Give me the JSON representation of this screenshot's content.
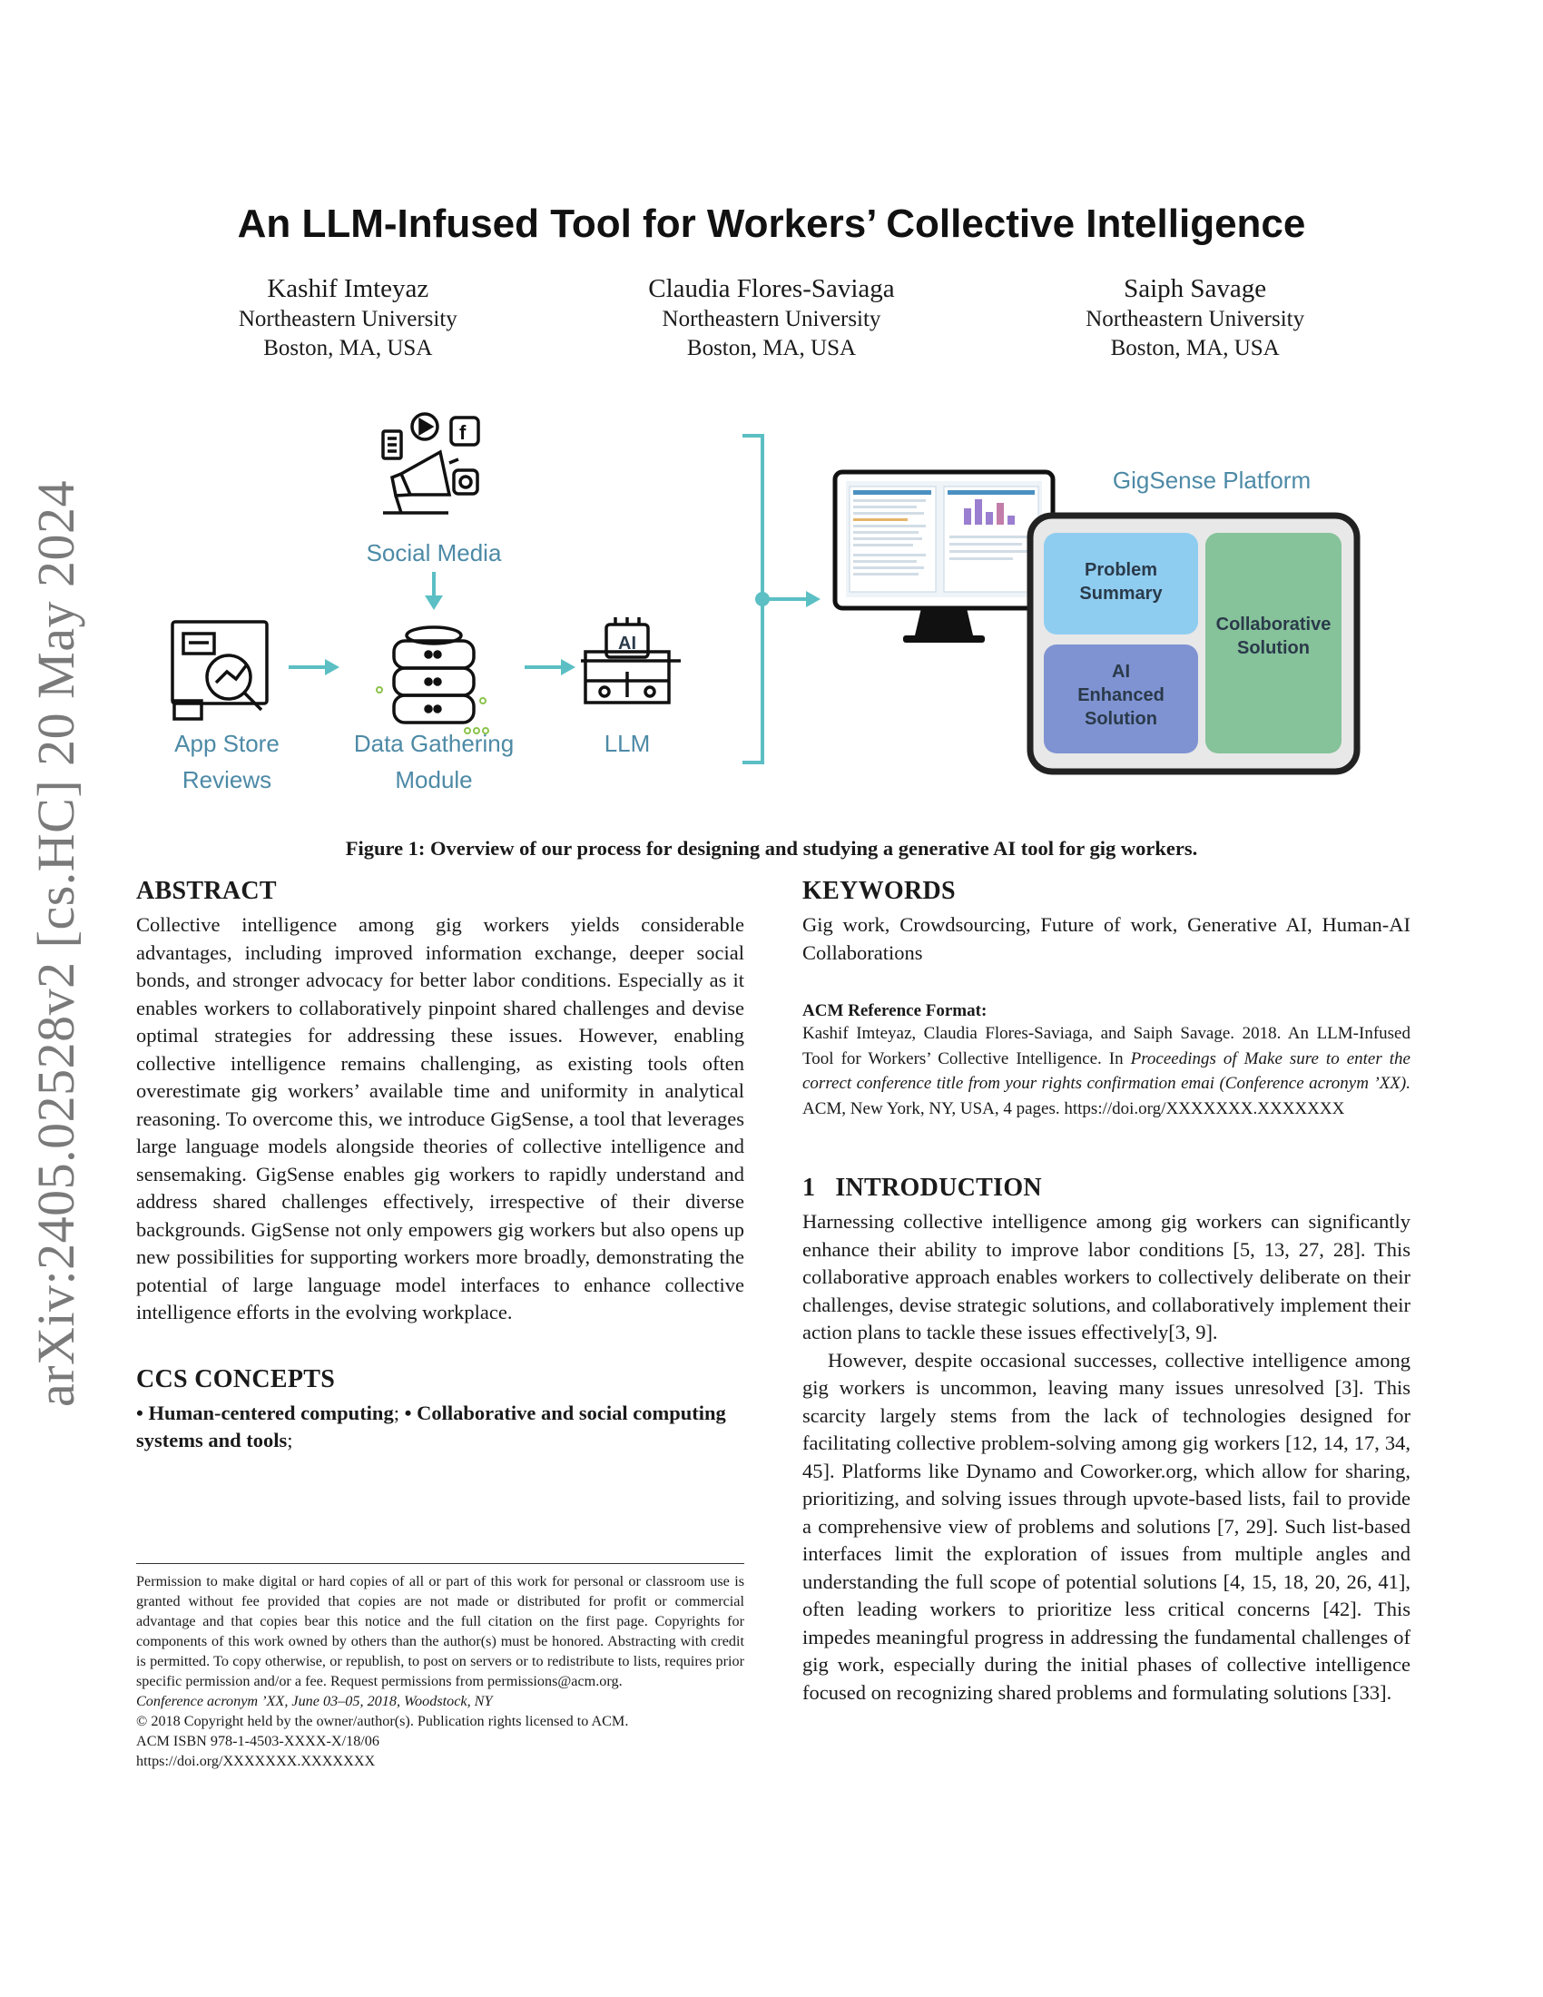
{
  "arxiv_stamp": "arXiv:2405.02528v2  [cs.HC]  20 May 2024",
  "title": "An LLM-Infused Tool for Workers’ Collective Intelligence",
  "authors": [
    {
      "name": "Kashif Imteyaz",
      "affiliation": "Northeastern University",
      "location": "Boston, MA, USA"
    },
    {
      "name": "Claudia Flores-Saviaga",
      "affiliation": "Northeastern University",
      "location": "Boston, MA, USA"
    },
    {
      "name": "Saiph Savage",
      "affiliation": "Northeastern University",
      "location": "Boston, MA, USA"
    }
  ],
  "figure": {
    "social_media": "Social Media",
    "app_store_1": "App Store",
    "app_store_2": "Reviews",
    "data_gathering_1": "Data Gathering",
    "data_gathering_2": "Module",
    "llm": "LLM",
    "ai_chip": "AI",
    "platform_title": "GigSense Platform",
    "problem_summary_1": "Problem",
    "problem_summary_2": "Summary",
    "ai_enhanced_1": "AI",
    "ai_enhanced_2": "Enhanced",
    "ai_enhanced_3": "Solution",
    "collab_1": "Collaborative",
    "collab_2": "Solution",
    "colors": {
      "teal": "#5bbfc4",
      "blue_box": "#8fcdf0",
      "indigo_box": "#7f93d2",
      "green_box": "#86c29a"
    }
  },
  "caption": "Figure 1: Overview of our process for designing and studying a generative AI tool for gig workers.",
  "abstract": {
    "heading": "ABSTRACT",
    "text": "Collective intelligence among gig workers yields considerable advantages, including improved information exchange, deeper social bonds, and stronger advocacy for better labor conditions. Especially as it enables workers to collaboratively pinpoint shared challenges and devise optimal strategies for addressing these issues. However, enabling collective intelligence remains challenging, as existing tools often overestimate gig workers’ available time and uniformity in analytical reasoning. To overcome this, we introduce GigSense, a tool that leverages large language models alongside theories of collective intelligence and sensemaking. GigSense enables gig workers to rapidly understand and address shared challenges effectively, irrespective of their diverse backgrounds. GigSense not only empowers gig workers but also opens up new possibilities for supporting workers more broadly, demonstrating the potential of large language model interfaces to enhance collective intelligence efforts in the evolving workplace."
  },
  "ccs": {
    "heading": "CCS CONCEPTS",
    "item1": "• Human-centered computing",
    "sep": "; ",
    "item2": "• Collaborative and social computing systems and tools",
    "end": ";"
  },
  "keywords": {
    "heading": "KEYWORDS",
    "text": "Gig work, Crowdsourcing, Future of work, Generative AI, Human-AI Collaborations"
  },
  "acm_reference": {
    "heading": "ACM Reference Format:",
    "pre": "Kashif Imteyaz, Claudia Flores-Saviaga, and Saiph Savage. 2018. An LLM-Infused Tool for Workers’ Collective Intelligence. In ",
    "italic": "Proceedings of Make sure to enter the correct conference title from your rights confirmation emai (Conference acronym ’XX).",
    "post": " ACM, New York, NY, USA, 4 pages. https://doi.org/XXXXXXX.XXXXXXX"
  },
  "introduction": {
    "number": "1",
    "heading": "INTRODUCTION",
    "para1": "Harnessing collective intelligence among gig workers can significantly enhance their ability to improve labor conditions [5, 13, 27, 28]. This collaborative approach enables workers to collectively deliberate on their challenges, devise strategic solutions, and collaboratively implement their action plans to tackle these issues effectively[3, 9].",
    "para2": "However, despite occasional successes, collective intelligence among gig workers is uncommon, leaving many issues unresolved [3]. This scarcity largely stems from the lack of technologies designed for facilitating collective problem-solving among gig workers [12, 14, 17, 34, 45]. Platforms like Dynamo and Coworker.org, which allow for sharing, prioritizing, and solving issues through upvote-based lists, fail to provide a comprehensive view of problems and solutions [7, 29]. Such list-based interfaces limit the exploration of issues from multiple angles and understanding the full scope of potential solutions [4, 15, 18, 20, 26, 41], often leading workers to prioritize less critical concerns [42]. This impedes meaningful progress in addressing the fundamental challenges of gig work, especially during the initial phases of collective intelligence focused on recognizing shared problems and formulating solutions [33]."
  },
  "footnote": {
    "permission": "Permission to make digital or hard copies of all or part of this work for personal or classroom use is granted without fee provided that copies are not made or distributed for profit or commercial advantage and that copies bear this notice and the full citation on the first page. Copyrights for components of this work owned by others than the author(s) must be honored. Abstracting with credit is permitted. To copy otherwise, or republish, to post on servers or to redistribute to lists, requires prior specific permission and/or a fee. Request permissions from permissions@acm.org.",
    "conference": "Conference acronym ’XX, June 03–05, 2018, Woodstock, NY",
    "copyright": "© 2018 Copyright held by the owner/author(s). Publication rights licensed to ACM.",
    "isbn": "ACM ISBN 978-1-4503-XXXX-X/18/06",
    "doi": "https://doi.org/XXXXXXX.XXXXXXX"
  }
}
